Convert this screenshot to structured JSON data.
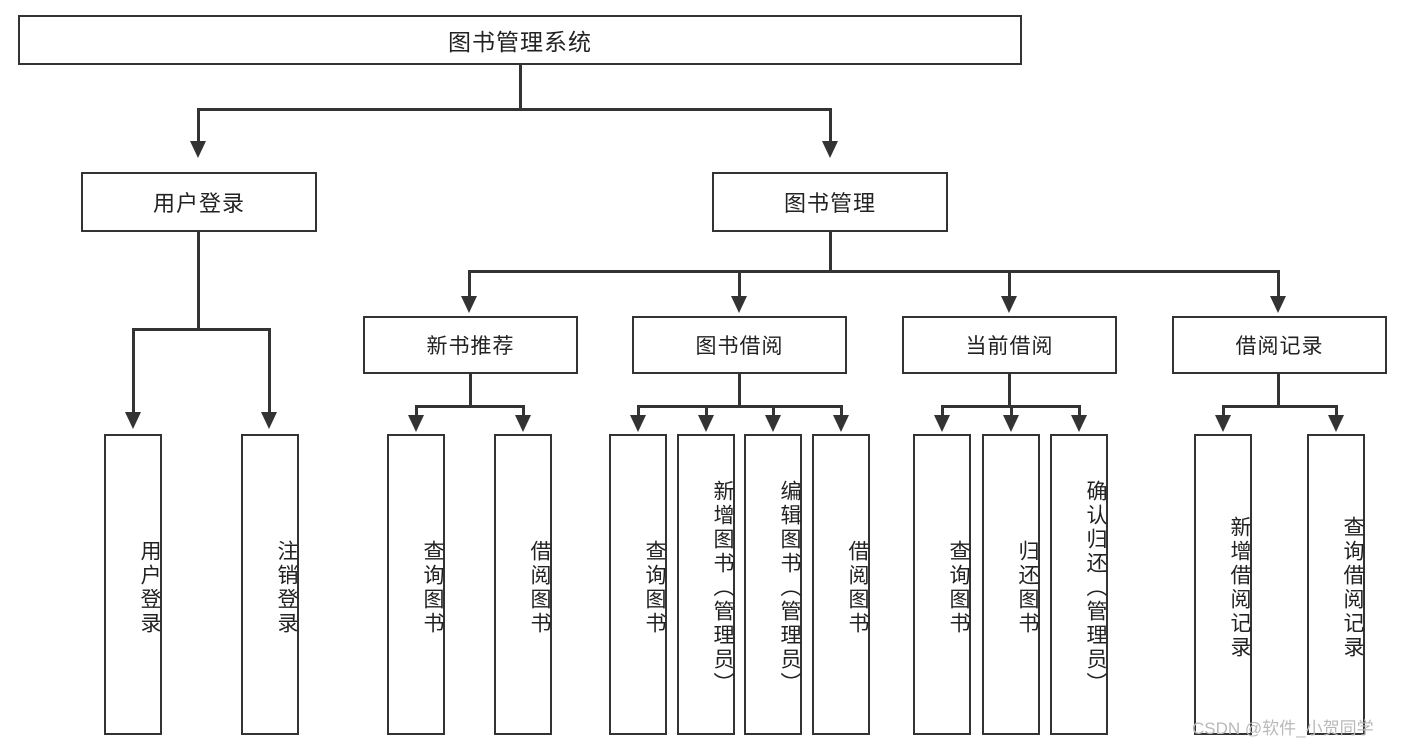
{
  "diagram": {
    "type": "tree-hierarchy",
    "title": "图书管理系统",
    "watermark": "CSDN @软件_小贺同学",
    "colors": {
      "box_border": "#333333",
      "box_fill": "#ffffff",
      "connector": "#333333",
      "text": "#222222",
      "watermark": "#b9b9b9",
      "background": "#ffffff"
    },
    "root": {
      "label": "图书管理系统"
    },
    "level2": [
      {
        "id": "user-login",
        "label": "用户登录"
      },
      {
        "id": "book-manage",
        "label": "图书管理"
      }
    ],
    "level3": [
      {
        "id": "new-book-recommend",
        "label": "新书推荐",
        "parent": "book-manage"
      },
      {
        "id": "book-borrow",
        "label": "图书借阅",
        "parent": "book-manage"
      },
      {
        "id": "current-borrow",
        "label": "当前借阅",
        "parent": "book-manage"
      },
      {
        "id": "borrow-record",
        "label": "借阅记录",
        "parent": "book-manage"
      }
    ],
    "leaves": {
      "user-login": [
        {
          "id": "leaf-user-login",
          "label": "用户登录"
        },
        {
          "id": "leaf-user-logout",
          "label": "注销登录"
        }
      ],
      "new-book-recommend": [
        {
          "id": "leaf-query-book-1",
          "label": "查询图书"
        },
        {
          "id": "leaf-borrow-book-1",
          "label": "借阅图书"
        }
      ],
      "book-borrow": [
        {
          "id": "leaf-query-book-2",
          "label": "查询图书"
        },
        {
          "id": "leaf-add-book",
          "label": "新增图书（管理员）"
        },
        {
          "id": "leaf-edit-book",
          "label": "编辑图书（管理员）"
        },
        {
          "id": "leaf-borrow-book-2",
          "label": "借阅图书"
        }
      ],
      "current-borrow": [
        {
          "id": "leaf-query-book-3",
          "label": "查询图书"
        },
        {
          "id": "leaf-return-book",
          "label": "归还图书"
        },
        {
          "id": "leaf-confirm-return",
          "label": "确认归还（管理员）"
        }
      ],
      "borrow-record": [
        {
          "id": "leaf-add-record",
          "label": "新增借阅记录"
        },
        {
          "id": "leaf-query-record",
          "label": "查询借阅记录"
        }
      ]
    }
  }
}
